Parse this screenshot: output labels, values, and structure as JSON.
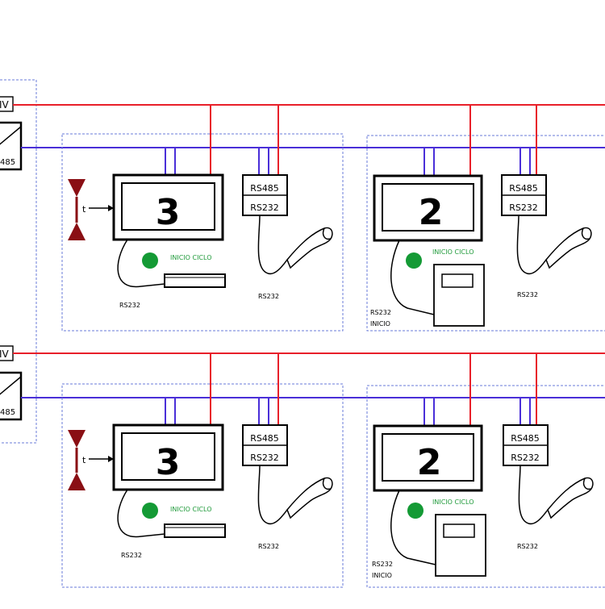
{
  "colors": {
    "power_line": "#e8202a",
    "bus_line": "#4a2fd8",
    "cluster_border": "#6a7bd8",
    "display_outline": "#000000",
    "start_button": "#149a35",
    "start_label": "#1f9a3a",
    "valve": "#8a0f14",
    "background": "#ffffff"
  },
  "rows": [
    {
      "supply_label": "IV",
      "converter_label": "485",
      "stations": [
        {
          "display_number": "3",
          "module_top": "RS485",
          "module_bottom": "RS232",
          "start_label": "INICIO CICLO",
          "display_cable_label": "RS232",
          "module_cable_label": "RS232",
          "extra_label": "",
          "valve_label": "t",
          "valve_icon": "solenoid-valve-icon",
          "scanner_icon": "barcode-scanner-icon"
        },
        {
          "display_number": "2",
          "module_top": "RS485",
          "module_bottom": "RS232",
          "start_label": "INICIO CICLO",
          "display_cable_label": "RS232",
          "module_cable_label": "RS232",
          "extra_label": "INICIO",
          "scanner_icon": "barcode-scanner-icon",
          "terminal_icon": "terminal-box-icon"
        }
      ]
    },
    {
      "supply_label": "IV",
      "converter_label": "485",
      "stations": [
        {
          "display_number": "3",
          "module_top": "RS485",
          "module_bottom": "RS232",
          "start_label": "INICIO CICLO",
          "display_cable_label": "RS232",
          "module_cable_label": "RS232",
          "extra_label": "",
          "valve_label": "t",
          "valve_icon": "solenoid-valve-icon",
          "scanner_icon": "barcode-scanner-icon"
        },
        {
          "display_number": "2",
          "module_top": "RS485",
          "module_bottom": "RS232",
          "start_label": "INICIO CICLO",
          "display_cable_label": "RS232",
          "module_cable_label": "RS232",
          "extra_label": "INICIO",
          "scanner_icon": "barcode-scanner-icon",
          "terminal_icon": "terminal-box-icon"
        }
      ]
    }
  ]
}
